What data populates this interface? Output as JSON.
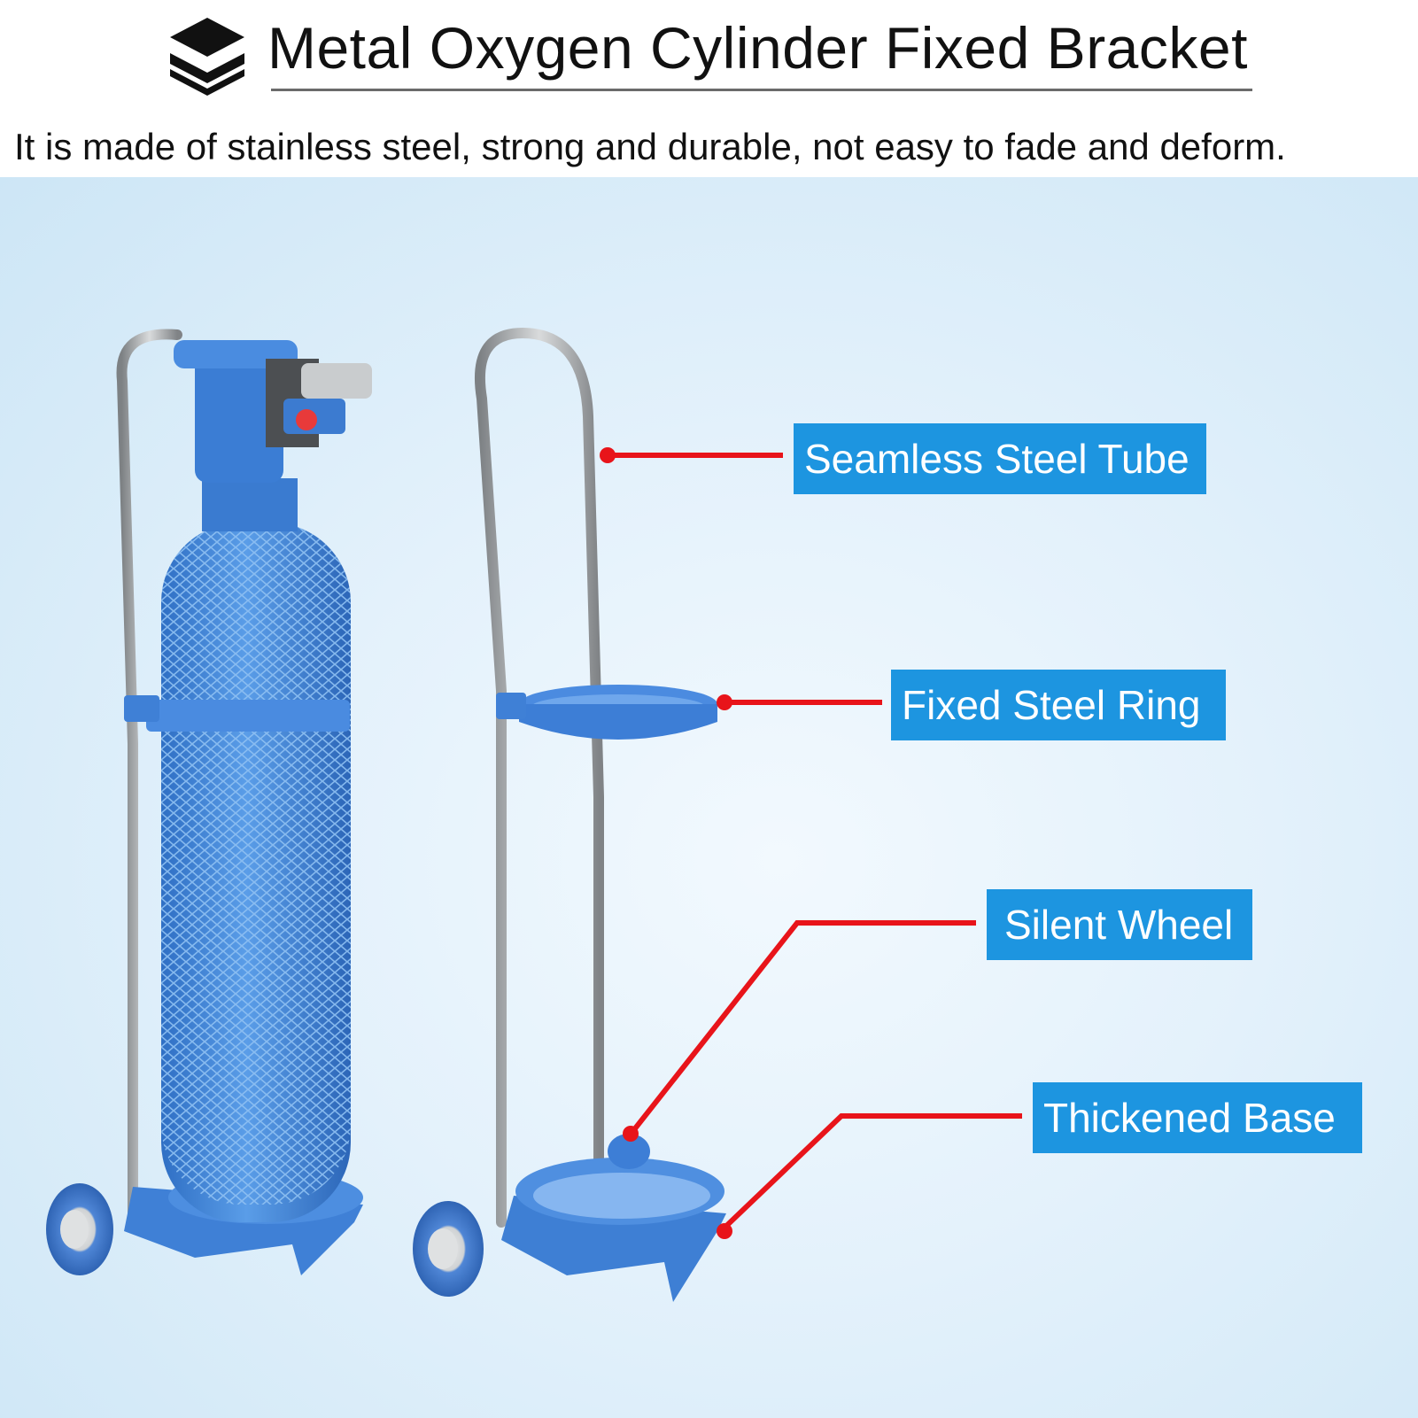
{
  "header": {
    "title": "Metal Oxygen Cylinder Fixed Bracket",
    "subtitle": "It is made of stainless steel, strong and durable, not easy to fade and deform.",
    "logo_icon": "stacked-layers-icon"
  },
  "callouts": [
    {
      "label": "Seamless Steel Tube"
    },
    {
      "label": "Fixed Steel Ring"
    },
    {
      "label": "Silent Wheel"
    },
    {
      "label": "Thickened Base"
    }
  ],
  "colors": {
    "label_bg": "#1d95e0",
    "leader_line": "#e8141a",
    "cylinder_blue": "#3e85dc",
    "steel": "#a9acae"
  }
}
